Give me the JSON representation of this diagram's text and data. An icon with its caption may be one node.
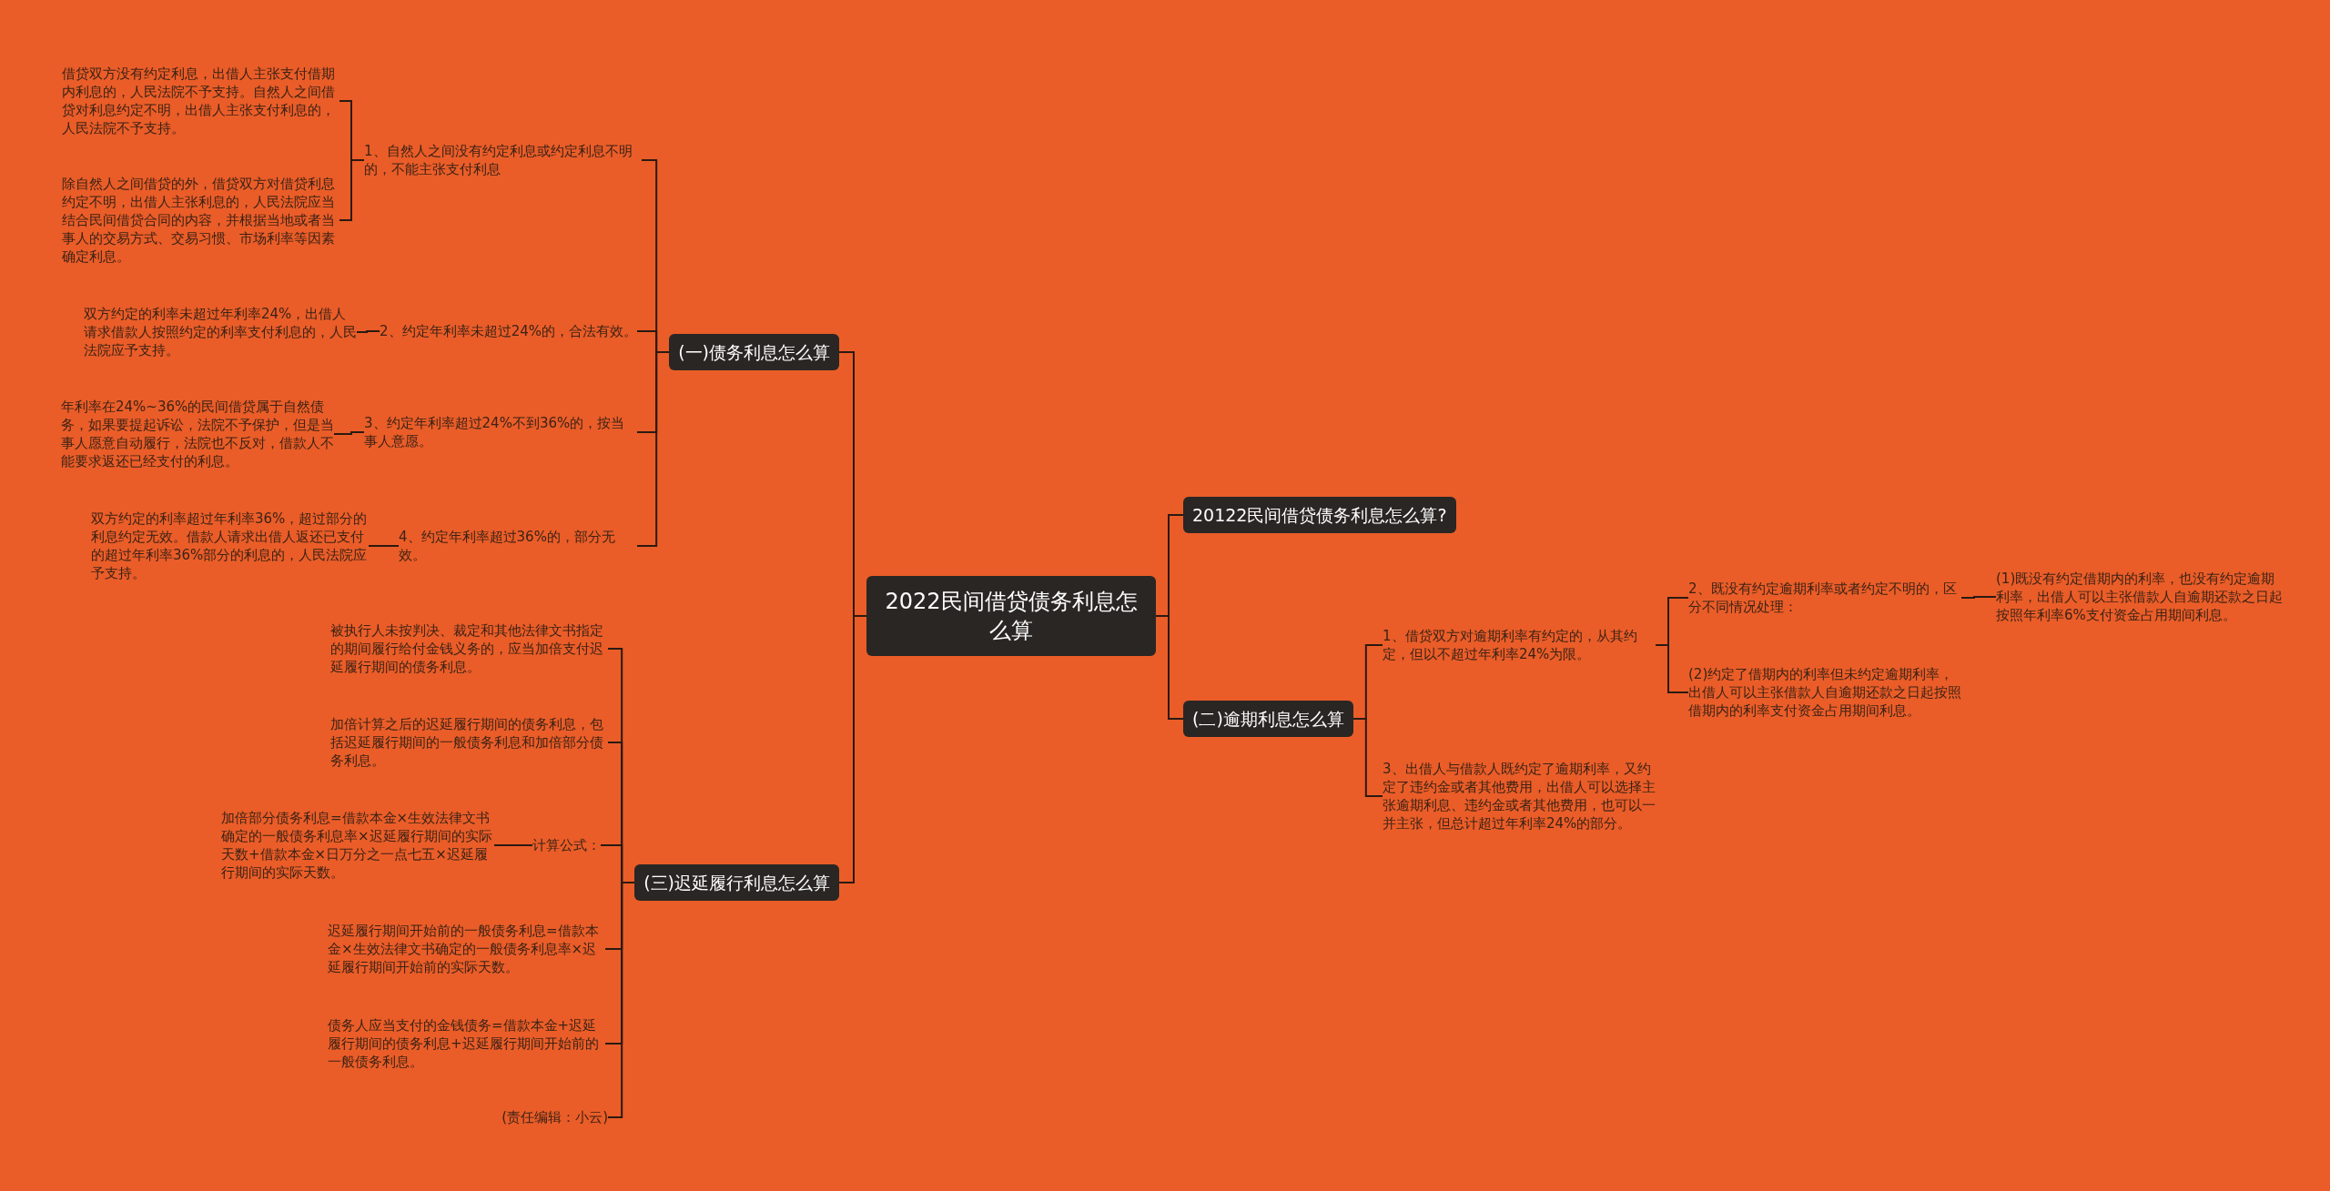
{
  "diagram": {
    "nodes": [
      {
        "text": [
          "2022民间借贷债务利息怎么算"
        ]
      },
      {
        "text": [
          "(一)债务利息怎么算"
        ]
      },
      {
        "text": [
          "1、自然人之间没有约定利息或约定利息不明的，不能主张支付利息"
        ]
      },
      {
        "text": [
          "借贷双方没有约定利息，出借人主张支付借期内利息的，人民法院不予支持。自然人之间借贷对利息约定不明，出借人主张支付利息的，人民法院不予支持。"
        ]
      },
      {
        "text": [
          "除自然人之间借贷的外，借贷双方对借贷利息约定不明，出借人主张利息的，人民法院应当结合民间借贷合同的内容，并根据当地或者当事人的交易方式、交易习惯、市场利率等因素确定利息。"
        ]
      },
      {
        "text": [
          "2、约定年利率未超过24%的，合法有效。"
        ]
      },
      {
        "text": [
          "双方约定的利率未超过年利率24%，出借人请求借款人按照约定的利率支付利息的，人民法院应予支持。"
        ]
      },
      {
        "text": [
          "3、约定年利率超过24%不到36%的，按当事人意愿。"
        ]
      },
      {
        "text": [
          "年利率在24%~36%的民间借贷属于自然债务，如果要提起诉讼，法院不予保护，但是当事人愿意自动履行，法院也不反对，借款人不能要求返还已经支付的利息。"
        ]
      },
      {
        "text": [
          "4、约定年利率超过36%的，部分无效。"
        ]
      },
      {
        "text": [
          "双方约定的利率超过年利率36%，超过部分的利息约定无效。借款人请求出借人返还已支付的超过年利率36%部分的利息的，人民法院应予支持。"
        ]
      },
      {
        "text": [
          "(三)迟延履行利息怎么算"
        ]
      },
      {
        "text": [
          "被执行人未按判决、裁定和其他法律文书指定的期间履行给付金钱义务的，应当加倍支付迟延履行期间的债务利息。"
        ]
      },
      {
        "text": [
          "加倍计算之后的迟延履行期间的债务利息，包括迟延履行期间的一般债务利息和加倍部分债务利息。"
        ]
      },
      {
        "text": [
          "计算公式："
        ]
      },
      {
        "text": [
          "加倍部分债务利息=借款本金×生效法律文书确定的一般债务利息率×迟延履行期间的实际天数+借款本金×日万分之一点七五×迟延履行期间的实际天数。"
        ]
      },
      {
        "text": [
          "迟延履行期间开始前的一般债务利息=借款本金×生效法律文书确定的一般债务利息率×迟延履行期间开始前的实际天数。"
        ]
      },
      {
        "text": [
          "债务人应当支付的金钱债务=借款本金+迟延履行期间的债务利息+迟延履行期间开始前的一般债务利息。"
        ]
      },
      {
        "text": [
          "(责任编辑：小云)"
        ]
      },
      {
        "text": [
          "20122民间借贷债务利息怎么算?"
        ]
      },
      {
        "text": [
          "(二)逾期利息怎么算"
        ]
      },
      {
        "text": [
          "1、借贷双方对逾期利率有约定的，从其约定，但以不超过年利率24%为限。"
        ]
      },
      {
        "text": [
          "2、既没有约定逾期利率或者约定不明的，区分不同情况处理："
        ]
      },
      {
        "text": [
          "(1)既没有约定借期内的利率，也没有约定逾期利率，出借人可以主张借款人自逾期还款之日起按照年利率6%支付资金占用期间利息。"
        ]
      },
      {
        "text": [
          "(2)约定了借期内的利率但未约定逾期利率，出借人可以主张借款人自逾期还款之日起按照借期内的利率支付资金占用期间利息。"
        ]
      },
      {
        "text": [
          "3、出借人与借款人既约定了逾期利率，又约定了违约金或者其他费用，出借人可以选择主张逾期利息、违约金或者其他费用，也可以一并主张，但总计超过年利率24%的部分。"
        ]
      }
    ],
    "edges": [
      {
        "from": 0,
        "to": 1,
        "arrow": "none"
      },
      {
        "from": 1,
        "to": 2,
        "arrow": "none"
      },
      {
        "from": 2,
        "to": 3,
        "arrow": "none"
      },
      {
        "from": 2,
        "to": 4,
        "arrow": "none"
      },
      {
        "from": 1,
        "to": 5,
        "arrow": "none"
      },
      {
        "from": 5,
        "to": 6,
        "arrow": "none"
      },
      {
        "from": 1,
        "to": 7,
        "arrow": "none"
      },
      {
        "from": 7,
        "to": 8,
        "arrow": "none"
      },
      {
        "from": 1,
        "to": 9,
        "arrow": "none"
      },
      {
        "from": 9,
        "to": 10,
        "arrow": "none"
      },
      {
        "from": 0,
        "to": 11,
        "arrow": "none"
      },
      {
        "from": 11,
        "to": 12,
        "arrow": "none"
      },
      {
        "from": 11,
        "to": 13,
        "arrow": "none"
      },
      {
        "from": 11,
        "to": 14,
        "arrow": "none"
      },
      {
        "from": 14,
        "to": 15,
        "arrow": "none"
      },
      {
        "from": 11,
        "to": 16,
        "arrow": "none"
      },
      {
        "from": 11,
        "to": 17,
        "arrow": "none"
      },
      {
        "from": 11,
        "to": 18,
        "arrow": "none"
      },
      {
        "from": 0,
        "to": 19,
        "arrow": "none"
      },
      {
        "from": 0,
        "to": 20,
        "arrow": "none"
      },
      {
        "from": 20,
        "to": 21,
        "arrow": "none"
      },
      {
        "from": 21,
        "to": 22,
        "arrow": "none"
      },
      {
        "from": 22,
        "to": 23,
        "arrow": "none"
      },
      {
        "from": 21,
        "to": 24,
        "arrow": "none"
      },
      {
        "from": 20,
        "to": 25,
        "arrow": "none"
      }
    ]
  }
}
